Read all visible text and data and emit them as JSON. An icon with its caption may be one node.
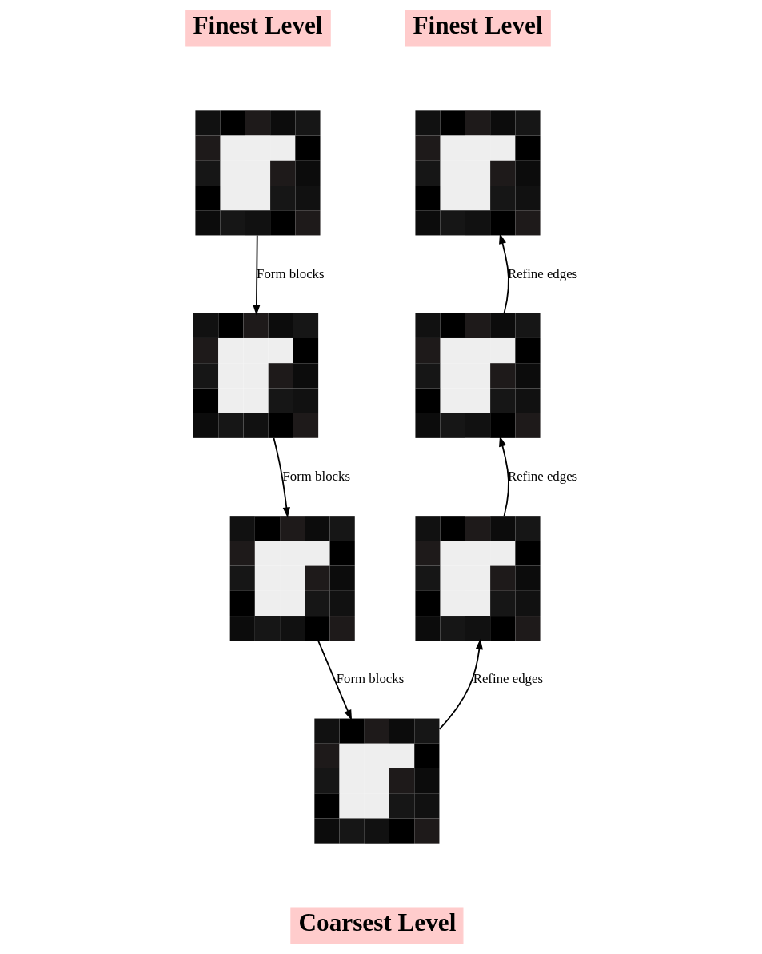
{
  "diagram": {
    "nodes": [
      {
        "text": [
          "Finest Level"
        ]
      },
      {
        "text": [
          "Finest Level"
        ]
      },
      {
        "text": [],
        "shape": "picture"
      },
      {
        "text": [],
        "shape": "picture"
      },
      {
        "text": [],
        "shape": "picture"
      },
      {
        "text": [],
        "shape": "picture"
      },
      {
        "text": [],
        "shape": "picture"
      },
      {
        "text": [],
        "shape": "picture"
      },
      {
        "text": [],
        "shape": "picture"
      },
      {
        "text": [
          "Coarsest Level"
        ]
      }
    ],
    "edges": [
      {
        "from": 2,
        "to": 4,
        "label": "Form blocks",
        "arrow": "to"
      },
      {
        "from": 4,
        "to": 6,
        "label": "Form blocks",
        "arrow": "to"
      },
      {
        "from": 6,
        "to": 8,
        "label": "Form blocks",
        "arrow": "to"
      },
      {
        "from": 8,
        "to": 7,
        "label": "Refine edges",
        "arrow": "to"
      },
      {
        "from": 7,
        "to": 5,
        "label": "Refine edges",
        "arrow": "to"
      },
      {
        "from": 5,
        "to": 3,
        "label": "Refine edges",
        "arrow": "to"
      }
    ]
  }
}
